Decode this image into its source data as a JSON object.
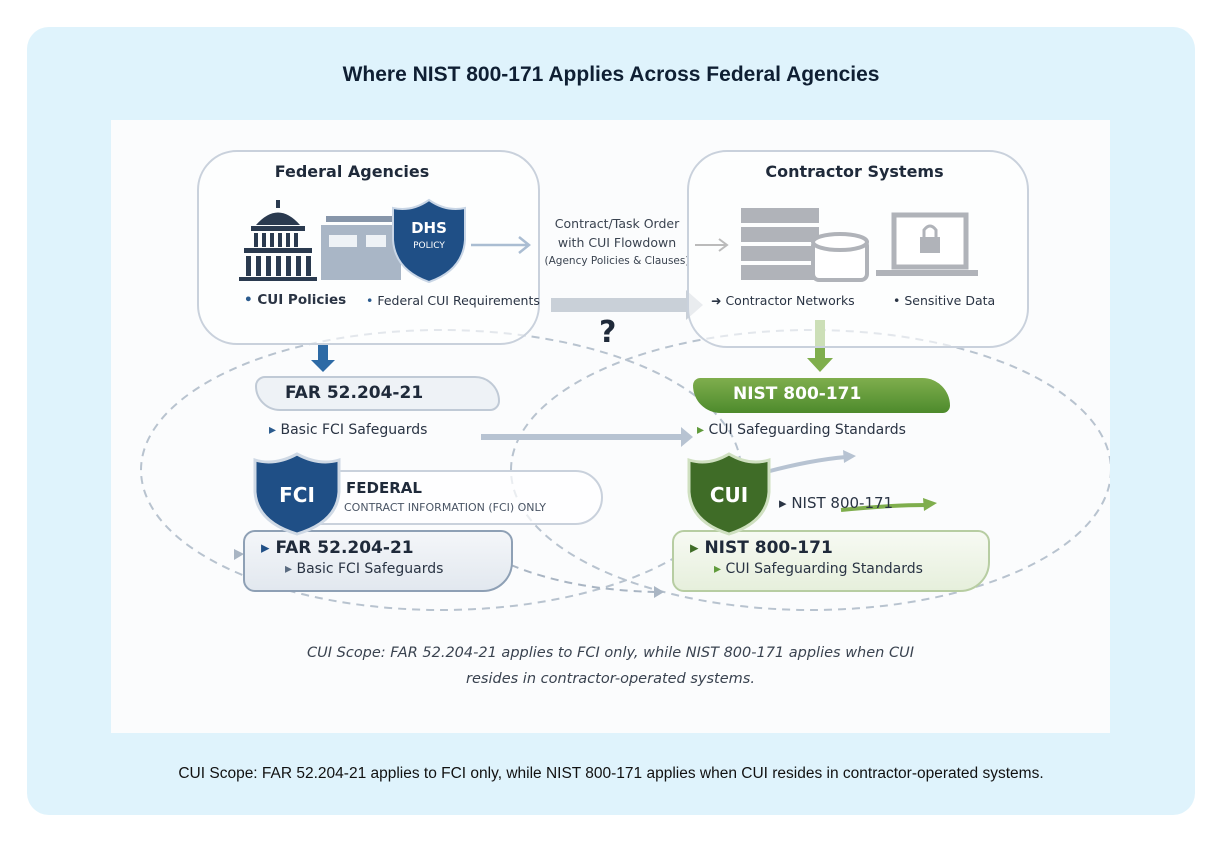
{
  "title": "Where NIST 800-171 Applies Across Federal Agencies",
  "caption": "CUI Scope: FAR 52.204-21 applies to FCI only, while NIST 800-171 applies when CUI resides in contractor-operated systems.",
  "diagram": {
    "federal_box": {
      "title": "Federal Agencies",
      "shield_line1": "DHS",
      "shield_line2": "POLICY",
      "bullets": [
        "CUI Policies",
        "Federal CUI Requirements"
      ]
    },
    "flow": {
      "line1": "Contract/Task Order",
      "line2": "with CUI Flowdown",
      "line3": "(Agency Policies & Clauses)",
      "question": "?"
    },
    "contractor_box": {
      "title": "Contractor Systems",
      "bullets": [
        "Contractor Networks",
        "Sensitive Data"
      ]
    },
    "far_top": {
      "title": "FAR 52.204-21",
      "sub": "Basic FCI Safeguards"
    },
    "nist_top": {
      "title": "NIST 800-171",
      "sub": "CUI Safeguarding Standards"
    },
    "fci": {
      "shield": "FCI",
      "line1": "FEDERAL",
      "line2": "CONTRACT INFORMATION  (FCI) ONLY"
    },
    "cui": {
      "shield": "CUI",
      "label": "NIST 800-171"
    },
    "far_bottom": {
      "title": "FAR 52.204-21",
      "sub": "Basic FCI Safeguards"
    },
    "nist_bottom": {
      "title": "NIST 800-171",
      "sub": "CUI Safeguarding Standards"
    },
    "scope_line1": "CUI Scope: FAR 52.204-21 applies to FCI only, while NIST 800-171 applies when CUI",
    "scope_line2": "resides in contractor-operated systems.",
    "colors": {
      "blue": "#1f4f86",
      "green": "#5f9a3a",
      "card": "#dff3fc"
    }
  }
}
